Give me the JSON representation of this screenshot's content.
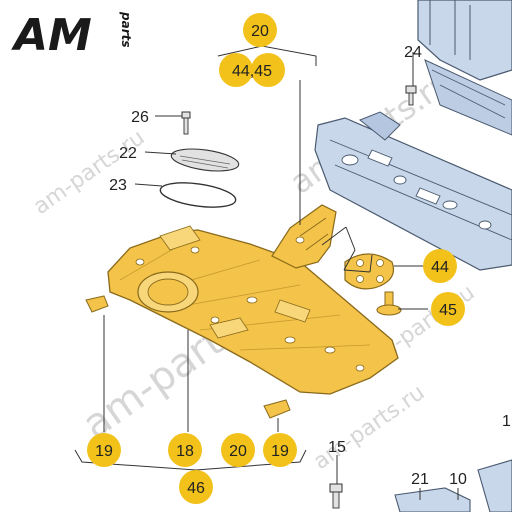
{
  "logo": {
    "mark": "AM",
    "suffix": "parts"
  },
  "watermarks": [
    "am-parts.ru",
    "am-parts.ru",
    "am-parts.ru",
    "am-parts.ru",
    "am-parts.ru"
  ],
  "callouts": {
    "c20_top": "20",
    "c4445": "44,45",
    "c24": "24",
    "c26": "26",
    "c22": "22",
    "c23": "23",
    "c44": "44",
    "c45": "45",
    "c19_left": "19",
    "c18": "18",
    "c20_bottom": "20",
    "c19_right": "19",
    "c46": "46",
    "c15": "15",
    "c21": "21",
    "c10": "10",
    "c14_partial": "1"
  },
  "colors": {
    "callout_fill": "#f2c21b",
    "part_fill": "#f3c34a",
    "part_stroke": "#8a6a1a",
    "frame_fill": "#c9d7ea",
    "frame_stroke": "#4a5a70",
    "line": "#333333",
    "logo": "#1a1a1a",
    "logo_accent": "#d4232a"
  }
}
